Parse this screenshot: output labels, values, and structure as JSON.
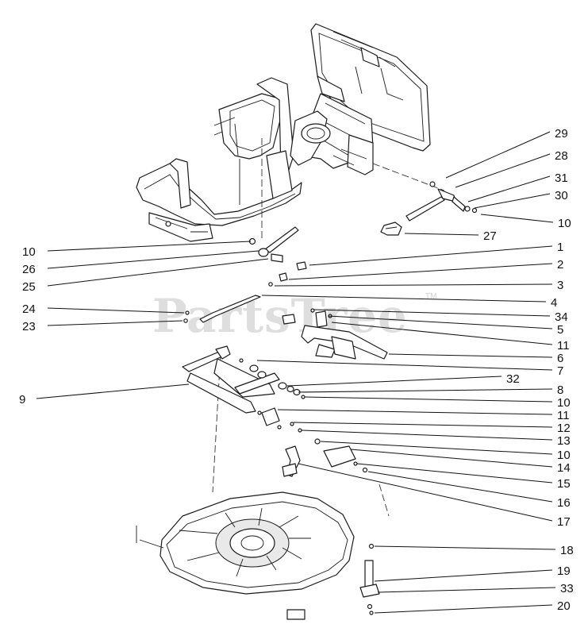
{
  "watermark": {
    "text": "PartsTree",
    "trademark": "TM"
  },
  "callouts": [
    {
      "num": "29"
    },
    {
      "num": "28"
    },
    {
      "num": "31"
    },
    {
      "num": "30"
    },
    {
      "num": "10"
    },
    {
      "num": "27"
    },
    {
      "num": "10"
    },
    {
      "num": "26"
    },
    {
      "num": "25"
    },
    {
      "num": "1"
    },
    {
      "num": "2"
    },
    {
      "num": "3"
    },
    {
      "num": "4"
    },
    {
      "num": "24"
    },
    {
      "num": "34"
    },
    {
      "num": "23"
    },
    {
      "num": "5"
    },
    {
      "num": "11"
    },
    {
      "num": "6"
    },
    {
      "num": "7"
    },
    {
      "num": "32"
    },
    {
      "num": "8"
    },
    {
      "num": "9"
    },
    {
      "num": "10"
    },
    {
      "num": "11"
    },
    {
      "num": "12"
    },
    {
      "num": "13"
    },
    {
      "num": "10"
    },
    {
      "num": "14"
    },
    {
      "num": "15"
    },
    {
      "num": "16"
    },
    {
      "num": "17"
    },
    {
      "num": "18"
    },
    {
      "num": "19"
    },
    {
      "num": "33"
    },
    {
      "num": "20"
    }
  ]
}
